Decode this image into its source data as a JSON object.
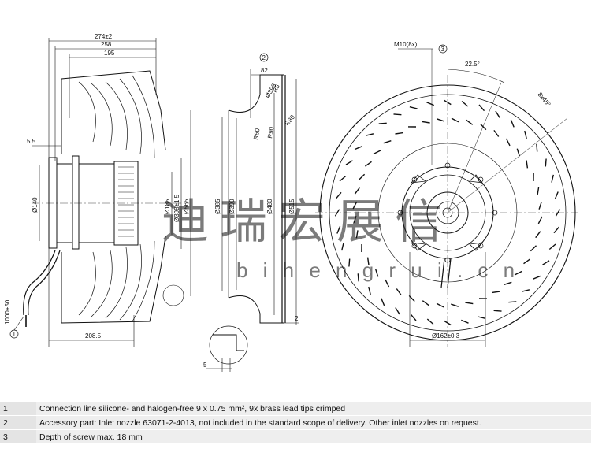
{
  "side_view": {
    "dimensions": {
      "overall_length": "274±2",
      "length_258": "258",
      "length_195": "195",
      "offset_5_5": "5.5",
      "dia_140": "Ø140",
      "dia_185": "Ø185",
      "dia_398": "Ø398±1.5",
      "dia_565": "Ø565",
      "length_208_5": "208.5",
      "cable_length": "1000+50"
    },
    "callout_1": "1"
  },
  "nozzle_view": {
    "callout_2": "2",
    "dimensions": {
      "depth_82": "82",
      "dia_398": "Ø398",
      "r_60": "R60",
      "r_90": "R90",
      "r_5": "R5",
      "r_30": "R30",
      "dia_385": "Ø385",
      "dia_390": "Ø390",
      "dia_480": "Ø480",
      "dia_515": "Ø515",
      "thickness_2": "2",
      "detail_5": "5"
    }
  },
  "front_view": {
    "screw_label": "M10(8x)",
    "callout_3": "3",
    "angle_22_5": "22.5°",
    "angle_8x45": "8x45°",
    "dia_162": "Ø162±0.3"
  },
  "watermark": {
    "chinese": "迪瑞宏展信",
    "latin": "b i h e n g r u i . c n"
  },
  "notes": [
    {
      "num": "1",
      "text": "Connection line silicone- and halogen-free 9 x 0.75 mm², 9x brass lead tips crimped"
    },
    {
      "num": "2",
      "text": "Accessory part: Inlet nozzle 63071-2-4013, not included in the standard scope of delivery. Other inlet nozzles on request."
    },
    {
      "num": "3",
      "text": "Depth of screw max. 18 mm"
    }
  ]
}
